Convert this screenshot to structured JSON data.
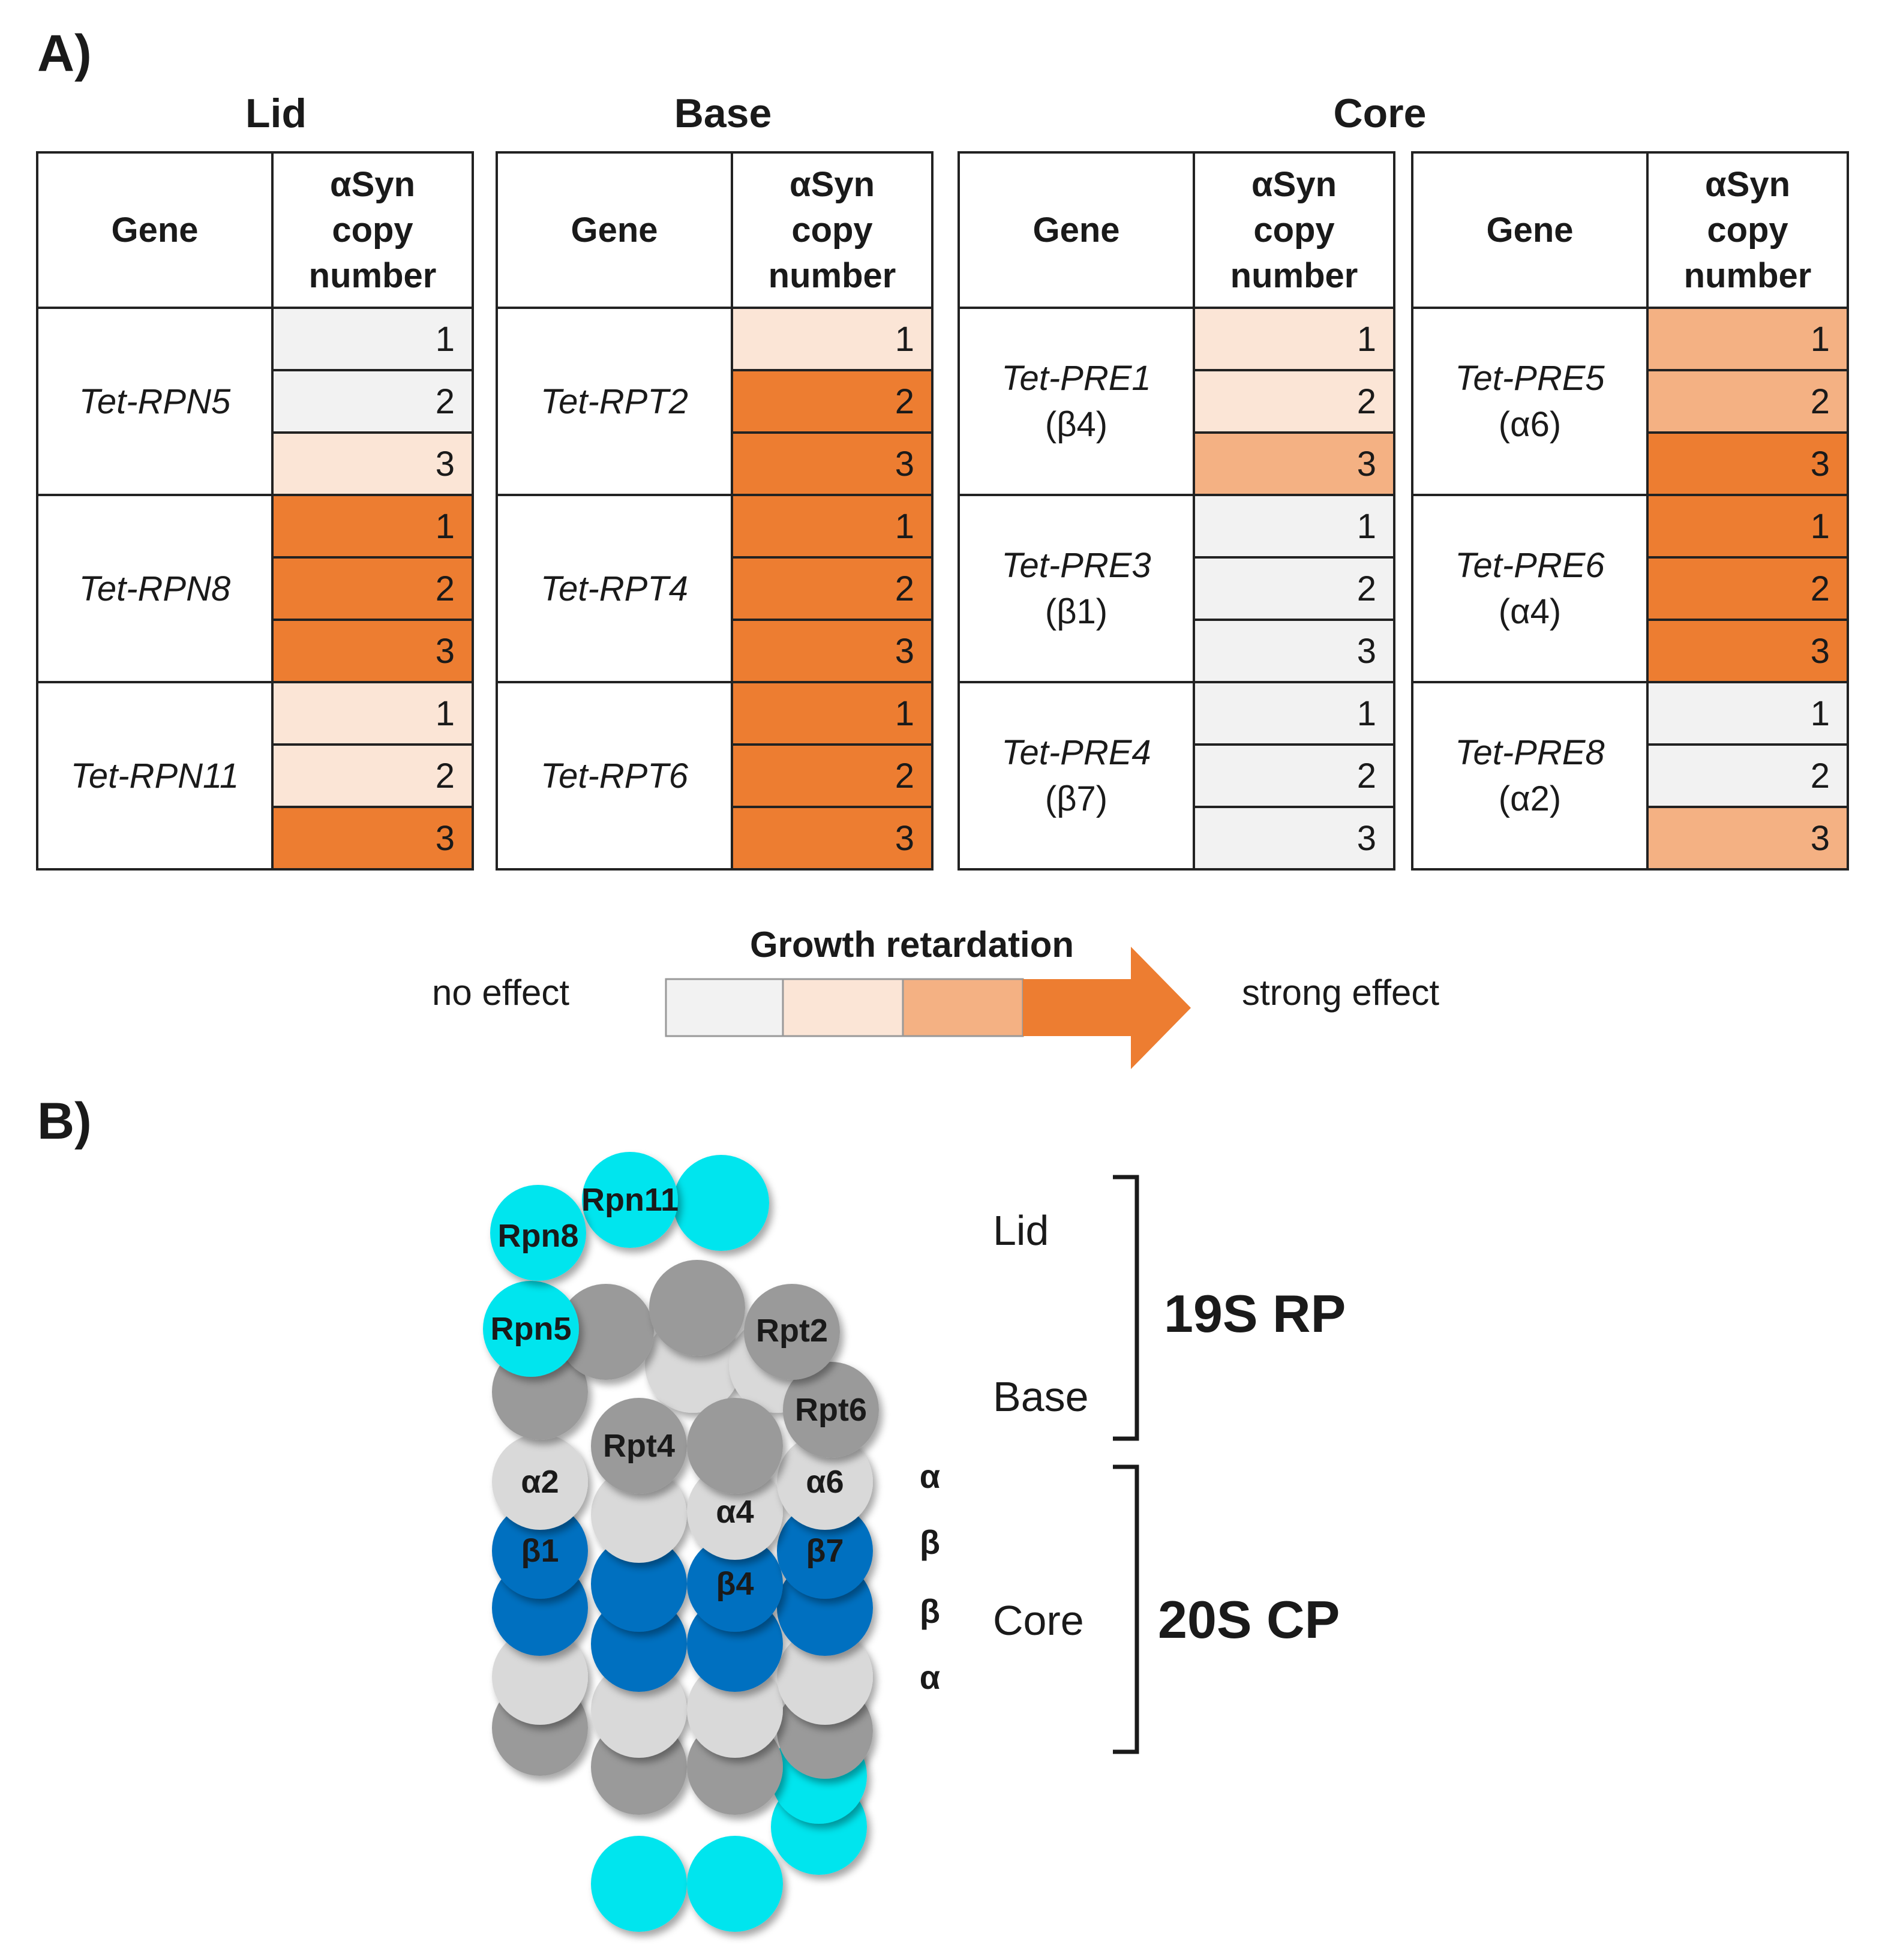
{
  "panel_a": {
    "label": "A)",
    "groups": [
      {
        "title": "Lid"
      },
      {
        "title": "Base"
      },
      {
        "title": "Core"
      }
    ],
    "header": {
      "gene": "Gene",
      "copy": [
        "αSyn",
        "copy",
        "number"
      ]
    },
    "tables": [
      {
        "genes": [
          {
            "name": "Tet-RPN5",
            "sub": "",
            "levels": [
              0,
              0,
              1
            ]
          },
          {
            "name": "Tet-RPN8",
            "sub": "",
            "levels": [
              3,
              3,
              3
            ]
          },
          {
            "name": "Tet-RPN11",
            "sub": "",
            "levels": [
              1,
              1,
              3
            ]
          }
        ]
      },
      {
        "genes": [
          {
            "name": "Tet-RPT2",
            "sub": "",
            "levels": [
              1,
              3,
              3
            ]
          },
          {
            "name": "Tet-RPT4",
            "sub": "",
            "levels": [
              3,
              3,
              3
            ]
          },
          {
            "name": "Tet-RPT6",
            "sub": "",
            "levels": [
              3,
              3,
              3
            ]
          }
        ]
      },
      {
        "genes": [
          {
            "name": "Tet-PRE1",
            "sub": "(β4)",
            "levels": [
              1,
              1,
              2
            ]
          },
          {
            "name": "Tet-PRE3",
            "sub": "(β1)",
            "levels": [
              0,
              0,
              0
            ]
          },
          {
            "name": "Tet-PRE4",
            "sub": "(β7)",
            "levels": [
              0,
              0,
              0
            ]
          }
        ]
      },
      {
        "genes": [
          {
            "name": "Tet-PRE5",
            "sub": "(α6)",
            "levels": [
              2,
              2,
              3
            ]
          },
          {
            "name": "Tet-PRE6",
            "sub": "(α4)",
            "levels": [
              3,
              3,
              3
            ]
          },
          {
            "name": "Tet-PRE8",
            "sub": "(α2)",
            "levels": [
              0,
              0,
              2
            ]
          }
        ]
      }
    ],
    "copy_numbers": [
      "1",
      "2",
      "3"
    ],
    "level_colors": [
      "#f2f2f2",
      "#fbe5d6",
      "#f4b183",
      "#ed7d31"
    ],
    "scale": {
      "title": "Growth retardation",
      "left": "no effect",
      "right": "strong effect"
    }
  },
  "panel_b": {
    "label": "B)",
    "subunit_labels": [
      "Rpn11",
      "Rpn8",
      "Rpn5",
      "Rpt2",
      "Rpt6",
      "Rpt4",
      "α2",
      "α4",
      "α6",
      "β1",
      "β4",
      "β7"
    ],
    "ring_labels": [
      "α",
      "β",
      "β",
      "α"
    ],
    "brackets": [
      {
        "sub_labels": [
          "Lid",
          "Base"
        ],
        "name": "19S RP"
      },
      {
        "sub_labels": [
          "Core"
        ],
        "name": "20S CP"
      }
    ],
    "colors": {
      "cyan": "#00e5ee",
      "dark_gray": "#9a9a9a",
      "light_gray": "#d9d9d9",
      "blue": "#0070c0"
    }
  }
}
